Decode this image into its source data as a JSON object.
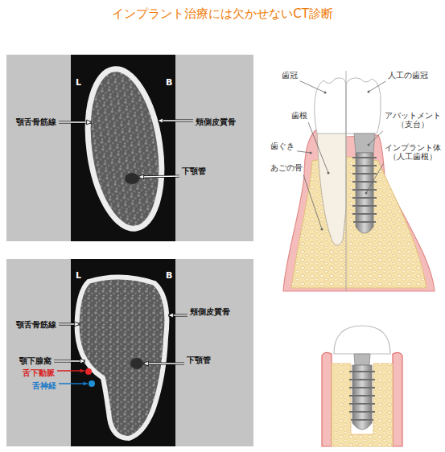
{
  "diagram": {
    "title": "インプラント治療には欠かせないCT診断",
    "labels": [
      "L",
      "B",
      "顎舌骨筋線",
      "頬側皮質骨",
      "下顎管",
      "L",
      "B",
      "顎舌骨筋線",
      "頬側皮質骨",
      "顎下腺窩",
      "舌下動脈",
      "舌神経",
      "下顎管",
      "歯冠",
      "人工の歯冠",
      "歯根",
      "アバットメント （支台）",
      "歯ぐき",
      "インプラント体 （人工歯根）",
      "あごの骨"
    ]
  }
}
